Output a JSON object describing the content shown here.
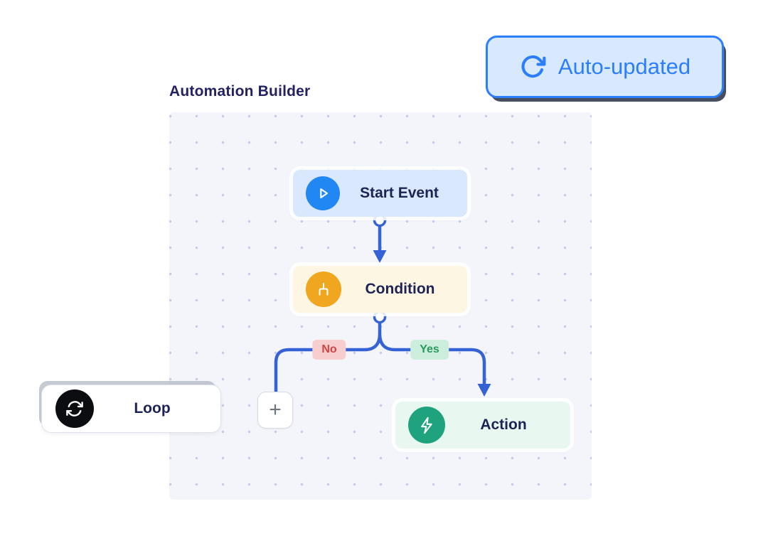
{
  "page": {
    "title": "Automation Builder"
  },
  "badge": {
    "label": "Auto-updated",
    "icon": "refresh-icon"
  },
  "canvas": {
    "nodes": [
      {
        "id": "start-event",
        "label": "Start Event",
        "icon": "play-icon"
      },
      {
        "id": "condition",
        "label": "Condition",
        "icon": "branch-icon"
      },
      {
        "id": "action",
        "label": "Action",
        "icon": "lightning-icon"
      }
    ],
    "add_node": {
      "label": "+",
      "icon": "plus-icon"
    },
    "branch_labels": {
      "no": "No",
      "yes": "Yes"
    }
  },
  "loop_card": {
    "label": "Loop",
    "icon": "sync-icon"
  },
  "colors": {
    "accent-blue": "#2b7fff",
    "badge-bg": "#d9e9fd",
    "badge-shadow": "#474e5d",
    "title-text": "#232263",
    "node-text": "#1d2355",
    "canvas-bg": "#f3f5fa",
    "canvas-dot": "#c6cbef",
    "start-bg": "#d9e8fc",
    "start-icon": "#2187f2",
    "condition-bg": "#fdf6e2",
    "condition-icon": "#f0a71f",
    "action-bg": "#e8f8f1",
    "action-icon": "#1fa37e",
    "connector": "#3563d6",
    "no-bg": "#f7cdcd",
    "no-text": "#cf4444",
    "yes-bg": "#cdeedd",
    "yes-text": "#2a9a5f",
    "loop-icon-bg": "#0c0d10"
  }
}
